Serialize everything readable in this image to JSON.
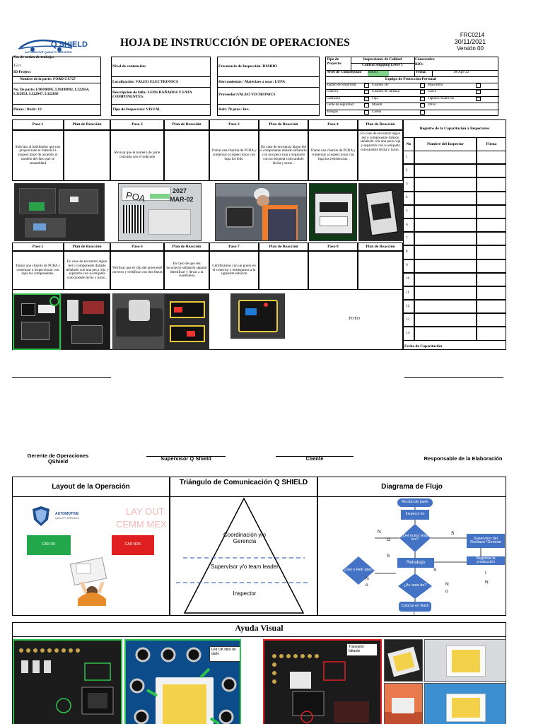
{
  "header": {
    "title": "HOJA DE INSTRUCCIÓN DE OPERACIONES",
    "brand": "Q SHIELD",
    "brand_sub": "AUTOMOTIVE QUALITY SERVICES",
    "code": "FRC0214",
    "date": "30/11/2021",
    "version": "Versión 00"
  },
  "info": {
    "work_order": "No. de orden de trabajo:",
    "work_order_val": "1511",
    "id_project": "ID Project",
    "part_name": "Nombre de la parte: FORD CX727",
    "part_numbers": "No. De parte: L90188095, L90188092, L322054, L322053, L322047, L322038",
    "pieces": "Piezas / Rack: 12",
    "containment_level": "Nivel de contención:",
    "location": "Localización: VALEO ELECTRONICS",
    "failure": "Descripción de falla: LEDS DAÑADOS Y FATA COMPONENTES.",
    "inspection_type": "Tipo de Inspección: VISUAL",
    "frequency": "Frecuencia de Inspección: DIARIO",
    "tools": "Herramientas / Materiaes a usar: LUPA",
    "supplier": "Proveedor:VALEO VISTRONICS",
    "rate": "Rait: 70 pzas./ hrs."
  },
  "project": {
    "type_label": "Tipo de Proyecto:",
    "type_val1": "Inspecciones de Calidad",
    "type_val2": "Control Shipping Lever 1",
    "consecutive": "Consecutivo",
    "rio": "RIO:",
    "complexity_label": "Nivel de Complejidad",
    "complexity_val": "BAJO",
    "date_label": "Fecha:",
    "date_val": "18-Apr-22",
    "ppe_title": "Equipo de Protección Personal",
    "ppe": [
      [
        "Zapato de Seguridad",
        "Guantes Hy",
        "Mascarilla"
      ],
      [
        "Chaleco",
        "Guantes de carnaza",
        "Casco"
      ],
      [
        "Camisola",
        "Faja",
        "Tapones Auditivos"
      ],
      [
        "Lente de seguridad",
        "Mandil",
        "Otros:"
      ],
      [
        "Mangas",
        "Careta",
        ""
      ]
    ]
  },
  "steps_top": {
    "headers": [
      "Paso 1",
      "Plan de Reacción",
      "Paso 2",
      "Plan de Reacción",
      "Paso 3",
      "Plan de Reacción",
      "Paso 4",
      "Plan de Reacción"
    ],
    "texts": [
      "Solicitar al habilitador que nos proporcione el material a inspeccionar de acuerdo al modelo del faro que se ensamblará",
      "",
      "Revisar que el numero de parte coincida con el indicado",
      "",
      "Tomar una charola de PCBA y comenzar a inspeccionar con lupa los leds.",
      "En caso de encontrar algun led o componente dañado señalarlo con una peca roja y separarlo con su etiqueta colocandole fecha y turno .",
      "Tomar una charola de PCBA y comenzar a inspeccionar con lupa las resistencias.",
      "En caso de encontrar algun led o componente dañado señalarlo con una peca roja y separarlo con su etiqueta colocandole fecha y turno ."
    ]
  },
  "steps_bottom": {
    "headers": [
      "Paso 5",
      "Plan de Reacción",
      "Paso 6",
      "Plan de Reacción",
      "Paso 7",
      "Plan de Reacción",
      "Paso 8",
      "Plan de Reacción"
    ],
    "texts": [
      "Tomar una charola de PCBA y comenzar a inspeccionar con lupa los componentes.",
      "En caso de encontrar algun led o componente dañado señalarlo con una peca roja y separarlo con su etiqueta colocandole fecha y turno .",
      "Verificar que el clip del arnes esté correcto y certificar con dos lineas",
      "En caso de que sea incorrecto señalarlo separar identificar y llevar a la cuarentena",
      "Certificamos con un punto en el conector y entregamos a la siguiente estación",
      "",
      "",
      ""
    ],
    "photo_label": "FOTO"
  },
  "photo_text": {
    "poa": "POA",
    "year": "2027",
    "date": "MAR-02"
  },
  "training": {
    "title": "Registro de la Capacitación a Inspectores",
    "col_no": "No",
    "col_name": "Nombre del Inspector",
    "col_sig": "Firma",
    "rows": [
      "1",
      "2",
      "3",
      "4",
      "5",
      "6",
      "7",
      "8",
      "9",
      "10",
      "11",
      "12",
      "13",
      "14"
    ],
    "footer": "Fecha de Capacitación"
  },
  "signatures": [
    "Gerente de Operaciones QShield",
    "Supervisor Q Shield",
    "Cliente",
    "Responsable de la Elaboración"
  ],
  "layout_panel": {
    "title": "Layout de la Operación",
    "brand": "AUTOMOTIVE",
    "brand_sub": "QUALITY SERVICES",
    "layout_label": "LAY OUT",
    "layout_sub": "CEMM MEX",
    "ok": "CAR OK",
    "nok": "CAR NOK",
    "ok_color": "#22a84a",
    "nok_color": "#e02020"
  },
  "triangle": {
    "title": "Triángulo de Comunicación Q SHIELD",
    "levels": [
      "Coordinación y/o Gerencia",
      "Supervisor y/o team leader",
      "Inspector"
    ]
  },
  "flow": {
    "title": "Diagrama de Flujo",
    "nodes": [
      "Recibo de parte",
      "Inspecci ón",
      "¿Del ectos visua les?",
      "Supervisor del Rechazo *Generar",
      "Retrabajo",
      "Registrar la producción",
      "¿Ac epta do?",
      "Colocar en Rack",
      "¿Ser e Retr aba?"
    ],
    "labels": [
      "N",
      "O",
      "S",
      "S",
      "S",
      "N",
      "o",
      "I",
      "N",
      "N",
      "o",
      "I",
      "N"
    ],
    "color": "#4472c4"
  },
  "visual_aid": {
    "title": "Ayuda Visual",
    "callout1": "Led OK libre de daño",
    "callout2": "Transistor faltante"
  }
}
